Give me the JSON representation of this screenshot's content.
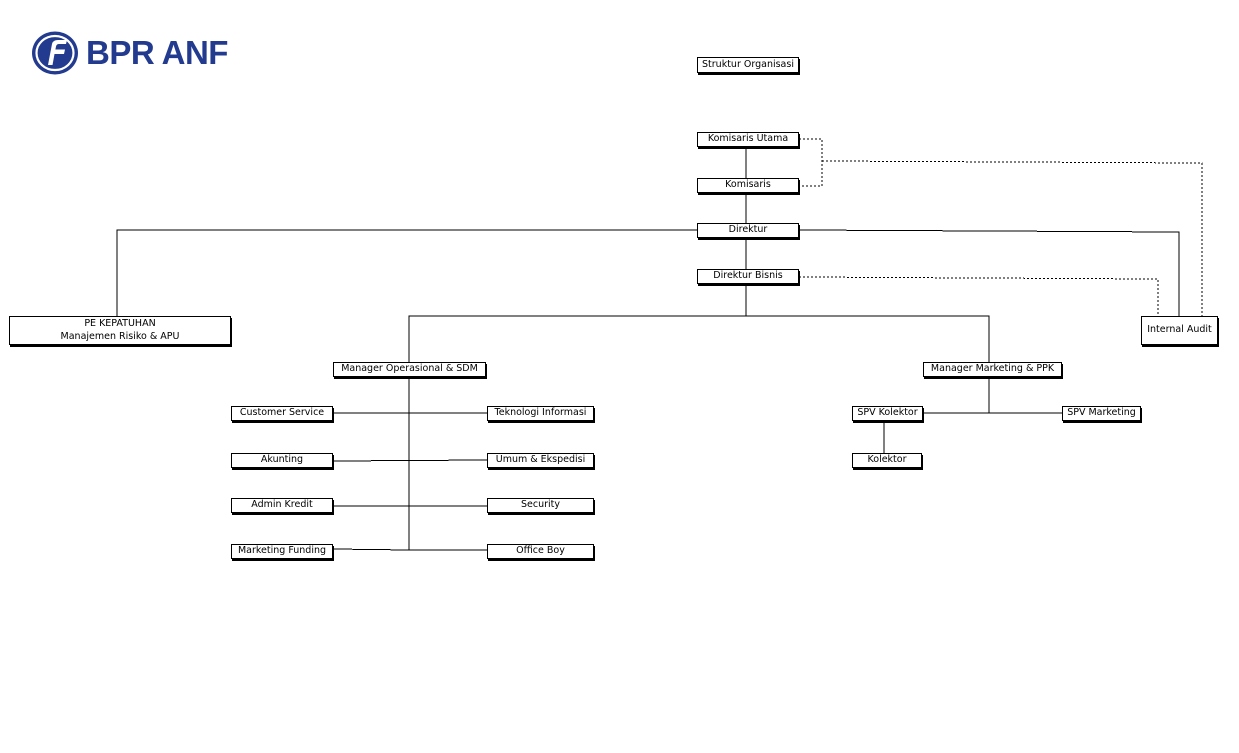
{
  "logo": {
    "text": "BPR ANF",
    "mark": "anf-f-logo-icon",
    "color": "#233b8f"
  },
  "title": "Struktur Organisasi",
  "nodes": {
    "komisaris_utama": "Komisaris Utama",
    "komisaris": "Komisaris",
    "direktur": "Direktur",
    "direktur_bisnis": "Direktur Bisnis",
    "pe_kepatuhan_line1": "PE KEPATUHAN",
    "pe_kepatuhan_line2": "Manajemen Risiko & APU",
    "internal_audit": "Internal Audit",
    "manager_operasional": "Manager Operasional & SDM",
    "manager_marketing": "Manager Marketing & PPK",
    "customer_service": "Customer Service",
    "teknologi_informasi": "Teknologi Informasi",
    "akunting": "Akunting",
    "umum_ekspedisi": "Umum & Ekspedisi",
    "admin_kredit": "Admin Kredit",
    "security": "Security",
    "marketing_funding": "Marketing Funding",
    "office_boy": "Office Boy",
    "spv_kolektor": "SPV Kolektor",
    "spv_marketing": "SPV Marketing",
    "kolektor": "Kolektor"
  }
}
